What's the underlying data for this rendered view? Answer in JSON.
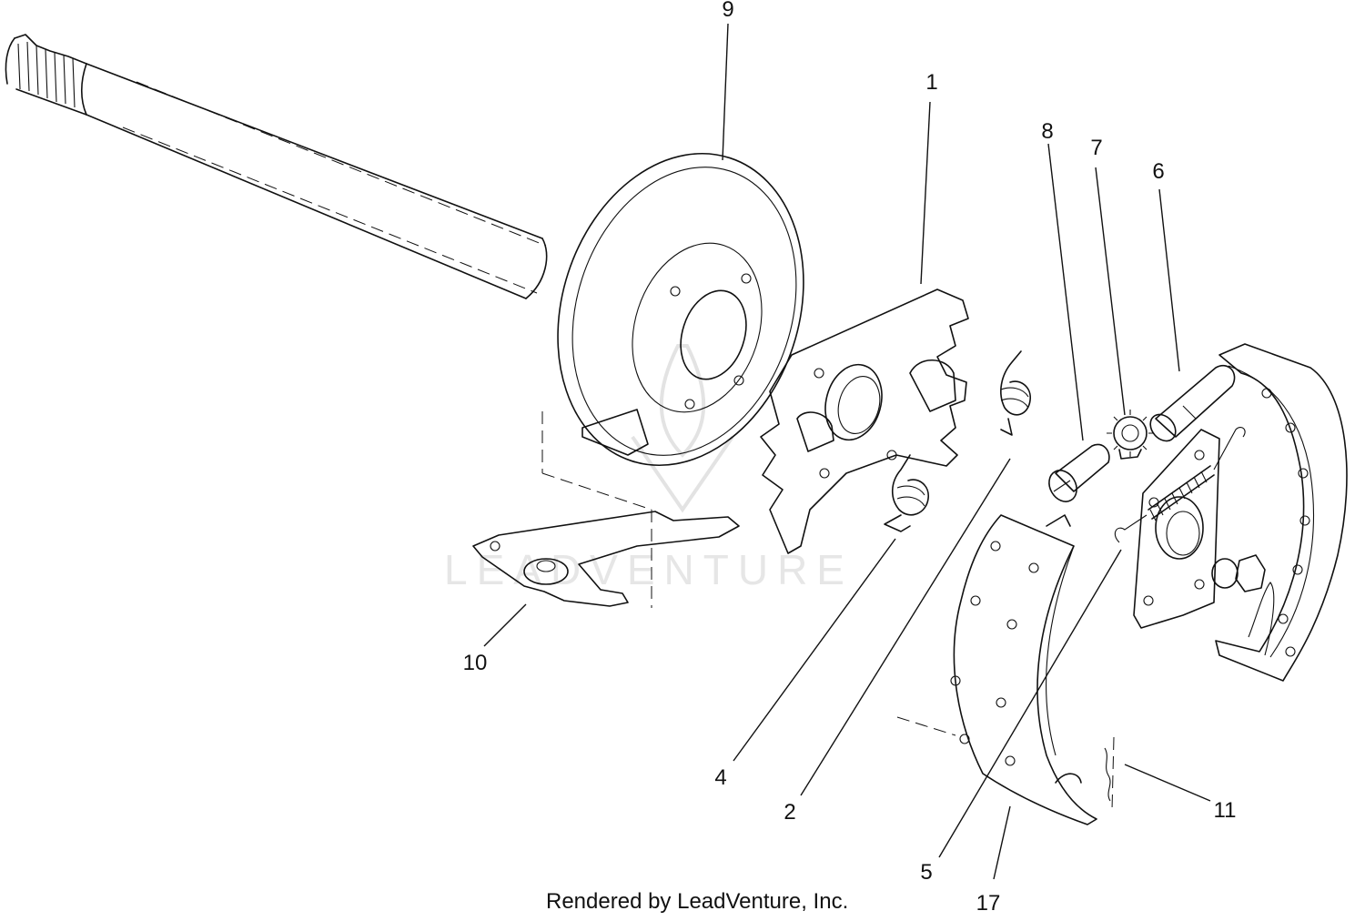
{
  "diagram": {
    "callouts": [
      {
        "id": "9",
        "label": "9"
      },
      {
        "id": "1",
        "label": "1"
      },
      {
        "id": "8",
        "label": "8"
      },
      {
        "id": "7",
        "label": "7"
      },
      {
        "id": "6",
        "label": "6"
      },
      {
        "id": "10",
        "label": "10"
      },
      {
        "id": "4",
        "label": "4"
      },
      {
        "id": "2",
        "label": "2"
      },
      {
        "id": "5",
        "label": "5"
      },
      {
        "id": "17",
        "label": "17"
      },
      {
        "id": "11",
        "label": "11"
      }
    ],
    "watermark": "LEADVENTURE",
    "credit": "Rendered by LeadVenture, Inc."
  }
}
